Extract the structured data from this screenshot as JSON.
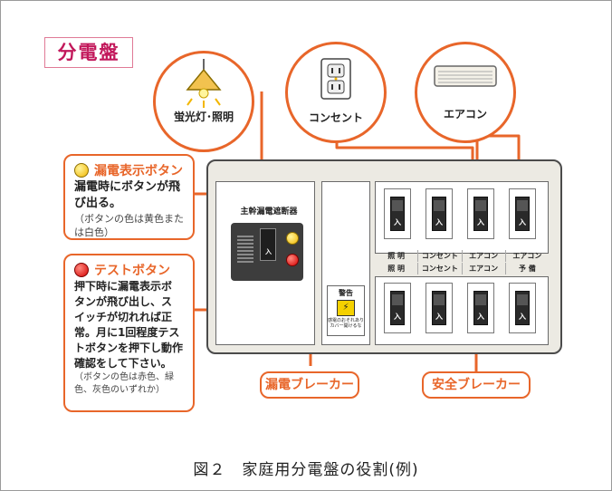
{
  "title": "分電盤",
  "loads": [
    {
      "label": "蛍光灯･照明"
    },
    {
      "label": "コンセント"
    },
    {
      "label": "エアコン"
    }
  ],
  "main_breaker": {
    "label": "主幹漏電遮断器",
    "switch_text": "入"
  },
  "callout_leak": {
    "title": "漏電表示ボタン",
    "body": [
      "漏電時にボタンが飛",
      "び出る。"
    ],
    "note": [
      "（ボタンの色は黄色また",
      "は白色）"
    ]
  },
  "callout_test": {
    "title": "テストボタン",
    "body": [
      "押下時に漏電表示ボ",
      "タンが飛び出し、ス",
      "イッチが切れれば正",
      "常。月に1回程度テス",
      "トボタンを押下し動作",
      "確認をして下さい。"
    ],
    "note": [
      "（ボタンの色は赤色、緑",
      "色、灰色のいずれか）"
    ]
  },
  "branch_top": [
    {
      "switch_text": "入",
      "label": "照 明"
    },
    {
      "switch_text": "入",
      "label": "コンセント"
    },
    {
      "switch_text": "入",
      "label": "エアコン"
    },
    {
      "switch_text": "入",
      "label": "エアコン"
    }
  ],
  "branch_bottom": [
    {
      "switch_text": "入",
      "label": "照 明"
    },
    {
      "switch_text": "入",
      "label": "コンセント"
    },
    {
      "switch_text": "入",
      "label": "エアコン"
    },
    {
      "switch_text": "入",
      "label": "予 備"
    }
  ],
  "warning": {
    "head": "警告",
    "note": "感電のおそれありカバー開けるな"
  },
  "tag_leak_breaker": "漏電ブレーカー",
  "tag_safety_breaker": "安全ブレーカー",
  "caption": "図２　家庭用分電盤の役割(例)",
  "colors": {
    "accent": "#e8662a",
    "title": "#c2185b",
    "panel": "#eceae3"
  }
}
